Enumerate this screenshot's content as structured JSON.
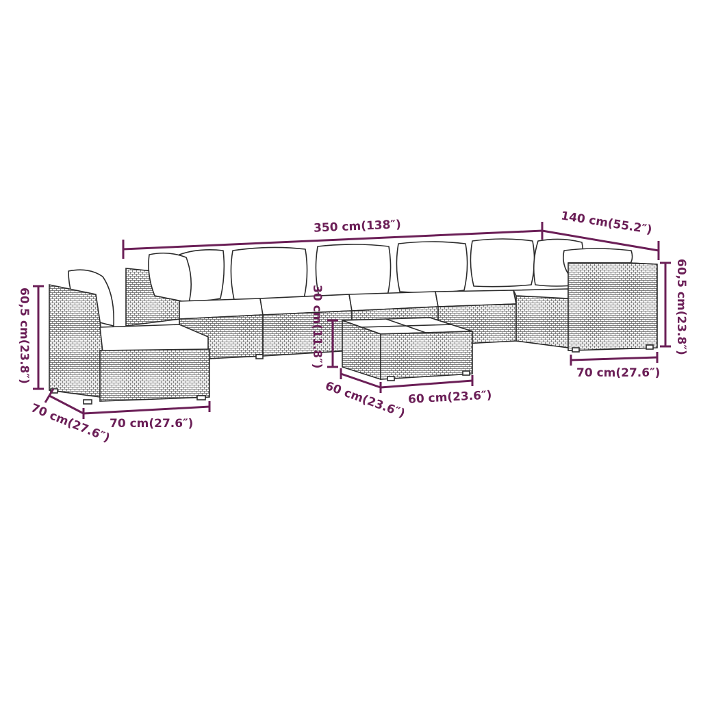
{
  "dimensions": {
    "total_length": "350 cm(138″)",
    "total_depth": "140 cm(55.2″)",
    "right_height": "60,5 cm(23.8″)",
    "right_width": "70 cm(27.6″)",
    "left_height": "60,5 cm(23.8″)",
    "left_width": "70 cm(27.6″)",
    "left_depth": "70 cm(27.6″)",
    "table_height": "30 cm(11.8″)",
    "table_depth": "60 cm(23.6″)",
    "table_width": "60 cm(23.6″)"
  },
  "colors": {
    "dimension": "#6b1f57",
    "outline": "#2b2b2b"
  }
}
